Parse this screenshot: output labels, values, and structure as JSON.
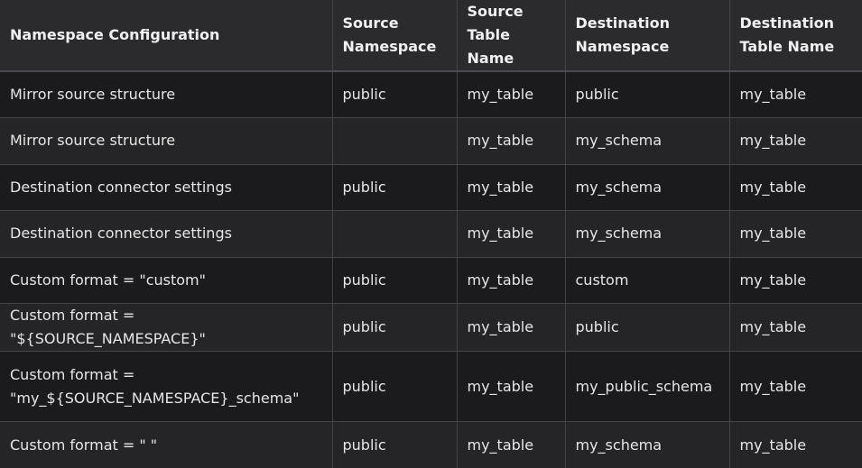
{
  "table": {
    "headers": [
      "Namespace Configuration",
      "Source Namespace",
      "Source Table Name",
      "Destination Namespace",
      "Destination Table Name"
    ],
    "rows": [
      [
        "Mirror source structure",
        "public",
        "my_table",
        "public",
        "my_table"
      ],
      [
        "Mirror source structure",
        "",
        "my_table",
        "my_schema",
        "my_table"
      ],
      [
        "Destination connector settings",
        "public",
        "my_table",
        "my_schema",
        "my_table"
      ],
      [
        "Destination connector settings",
        "",
        "my_table",
        "my_schema",
        "my_table"
      ],
      [
        "Custom format = \"custom\"",
        "public",
        "my_table",
        "custom",
        "my_table"
      ],
      [
        "Custom format = \"${SOURCE_NAMESPACE}\"",
        "public",
        "my_table",
        "public",
        "my_table"
      ],
      [
        "Custom format = \"my_${SOURCE_NAMESPACE}_schema\"",
        "public",
        "my_table",
        "my_public_schema",
        "my_table"
      ],
      [
        "Custom format = \" \"",
        "public",
        "my_table",
        "my_schema",
        "my_table"
      ]
    ]
  }
}
